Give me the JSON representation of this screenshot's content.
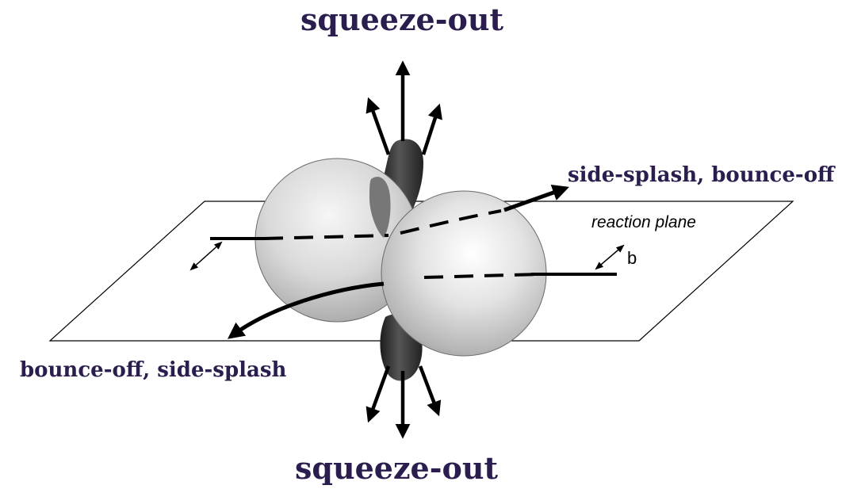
{
  "labels": {
    "squeeze_top": "squeeze-out",
    "squeeze_bottom": "squeeze-out",
    "side_splash_right": "side-splash, bounce-off",
    "bounce_off_left": "bounce-off, side-splash",
    "reaction_plane": "reaction plane",
    "impact_parameter": "b"
  },
  "colors": {
    "label_text": "#2c1d4f",
    "nucleus": "#c8c8c8",
    "participant_zone": "#3a3a3a",
    "arrows": "#000000"
  },
  "icons": {
    "nucleus_left": "sphere",
    "nucleus_right": "sphere",
    "participant_blob": "ellipsoid"
  }
}
